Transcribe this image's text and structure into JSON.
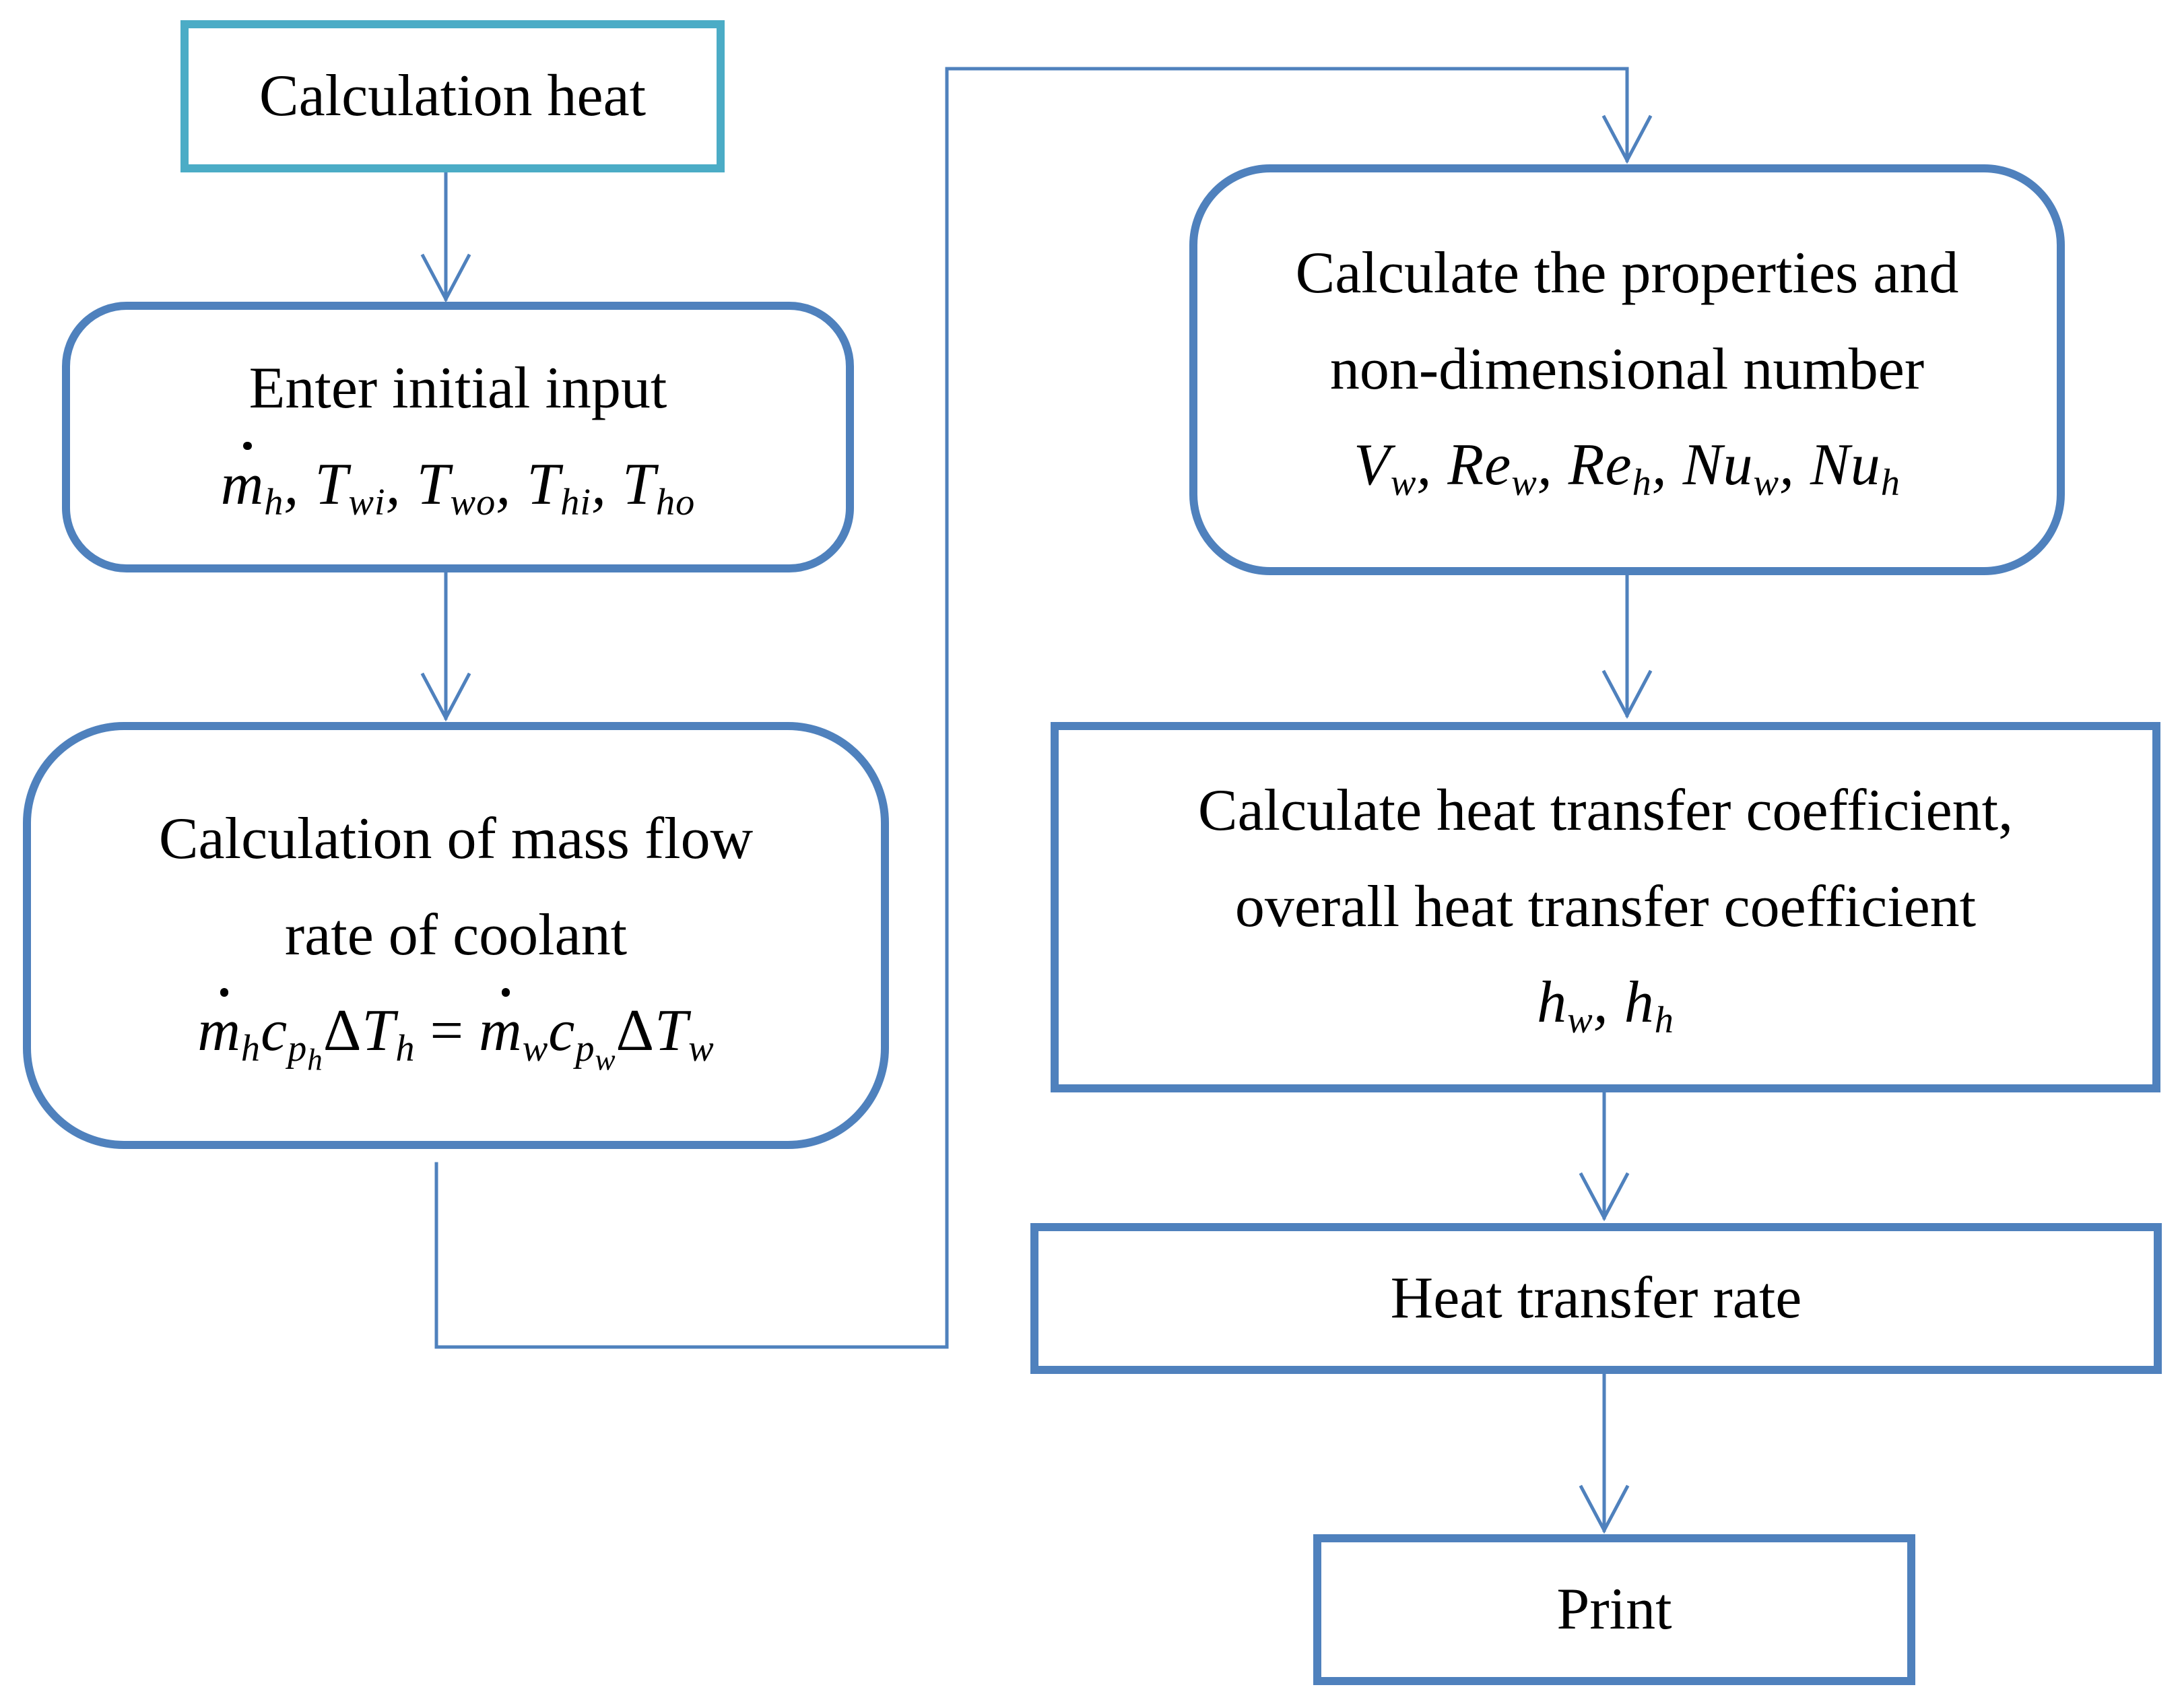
{
  "colors": {
    "start_border": "#4bacc6",
    "box_border": "#4f81bd",
    "connector": "#4f81bd",
    "text": "#000000"
  },
  "nodes": {
    "start": {
      "label": "Calculation heat"
    },
    "input": {
      "label": "Enter initial input",
      "formula": "ṁh, Twi, Two, Thi, Tho"
    },
    "mass_flow": {
      "label_line1": "Calculation of mass flow",
      "label_line2": "rate of coolant",
      "formula": "ṁh cph ΔTh = ṁw cpw ΔTw"
    },
    "properties": {
      "label_line1": "Calculate the properties and",
      "label_line2": "non-dimensional number",
      "formula": "Vw, Rew, Reh, Nuw, Nuh"
    },
    "coefficients": {
      "label_line1": "Calculate heat transfer coefficient,",
      "label_line2": "overall heat transfer coefficient",
      "formula": "hw, hh"
    },
    "rate": {
      "label": "Heat transfer rate"
    },
    "print": {
      "label": "Print"
    }
  },
  "edges": [
    {
      "from": "start",
      "to": "input"
    },
    {
      "from": "input",
      "to": "mass_flow"
    },
    {
      "from": "mass_flow",
      "to": "properties"
    },
    {
      "from": "properties",
      "to": "coefficients"
    },
    {
      "from": "coefficients",
      "to": "rate"
    },
    {
      "from": "rate",
      "to": "print"
    }
  ]
}
